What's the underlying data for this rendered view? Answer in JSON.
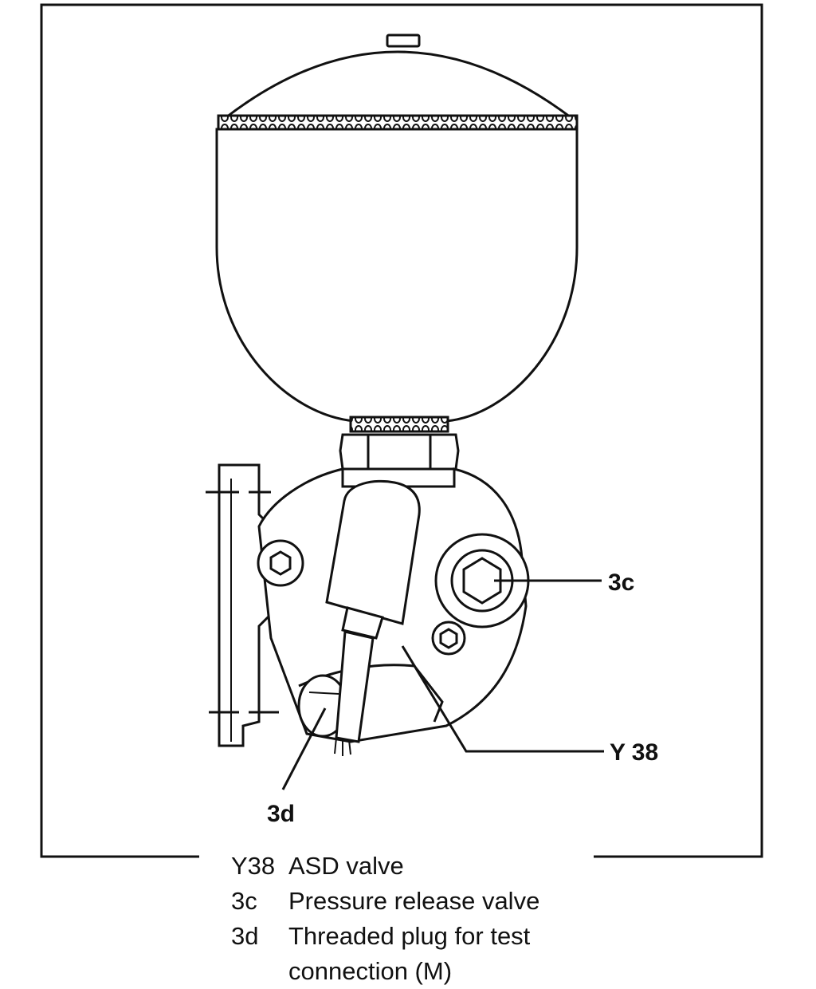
{
  "callouts": {
    "c3c": "3c",
    "y38": "Y 38",
    "c3d": "3d"
  },
  "legend": [
    {
      "code": "Y38",
      "text": "ASD valve"
    },
    {
      "code": "3c",
      "text": "Pressure release valve"
    },
    {
      "code": "3d",
      "text": "Threaded plug for test\nconnection (M)"
    }
  ]
}
